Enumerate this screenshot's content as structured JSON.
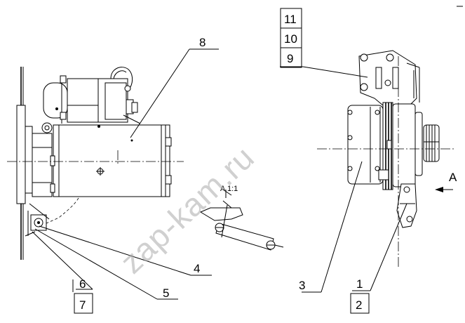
{
  "labels": {
    "n1": "1",
    "n2": "2",
    "n3": "3",
    "n4": "4",
    "n5": "5",
    "n6": "6",
    "n7": "7",
    "n8": "8",
    "n9": "9",
    "n10": "10",
    "n11": "11",
    "view_a_mark": "A",
    "view_a_title": "A",
    "ratio": "1:1"
  },
  "watermark": "zap-kam.ru"
}
